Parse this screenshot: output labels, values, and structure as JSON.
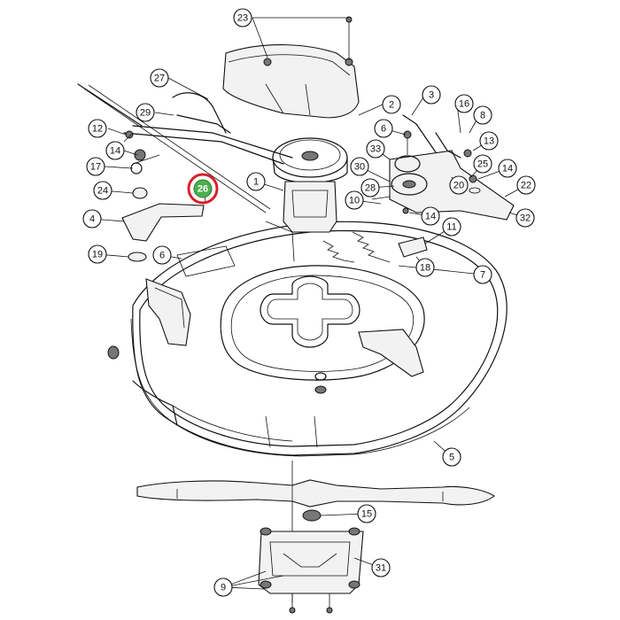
{
  "diagram": {
    "highlight_color": "#d8202a",
    "highlight_fill": "#4caf50",
    "callouts": [
      {
        "id": "c23",
        "label": "23"
      },
      {
        "id": "c27",
        "label": "27"
      },
      {
        "id": "c2",
        "label": "2"
      },
      {
        "id": "c3",
        "label": "3"
      },
      {
        "id": "c29",
        "label": "29"
      },
      {
        "id": "c16",
        "label": "16"
      },
      {
        "id": "c8",
        "label": "8"
      },
      {
        "id": "c12",
        "label": "12"
      },
      {
        "id": "c6a",
        "label": "6"
      },
      {
        "id": "c14a",
        "label": "14"
      },
      {
        "id": "c33",
        "label": "33"
      },
      {
        "id": "c13",
        "label": "13"
      },
      {
        "id": "c17",
        "label": "17"
      },
      {
        "id": "c25",
        "label": "25"
      },
      {
        "id": "c14b",
        "label": "14"
      },
      {
        "id": "c30",
        "label": "30"
      },
      {
        "id": "c1",
        "label": "1"
      },
      {
        "id": "c28",
        "label": "28"
      },
      {
        "id": "c20",
        "label": "20"
      },
      {
        "id": "c22",
        "label": "22"
      },
      {
        "id": "c24",
        "label": "24"
      },
      {
        "id": "c26",
        "label": "26",
        "highlighted": true
      },
      {
        "id": "c10",
        "label": "10"
      },
      {
        "id": "c14c",
        "label": "14"
      },
      {
        "id": "c4",
        "label": "4"
      },
      {
        "id": "c32",
        "label": "32"
      },
      {
        "id": "c11",
        "label": "11"
      },
      {
        "id": "c19",
        "label": "19"
      },
      {
        "id": "c6b",
        "label": "6"
      },
      {
        "id": "c18",
        "label": "18"
      },
      {
        "id": "c7",
        "label": "7"
      },
      {
        "id": "c5",
        "label": "5"
      },
      {
        "id": "c15",
        "label": "15"
      },
      {
        "id": "c31",
        "label": "31"
      },
      {
        "id": "c9",
        "label": "9"
      }
    ]
  }
}
